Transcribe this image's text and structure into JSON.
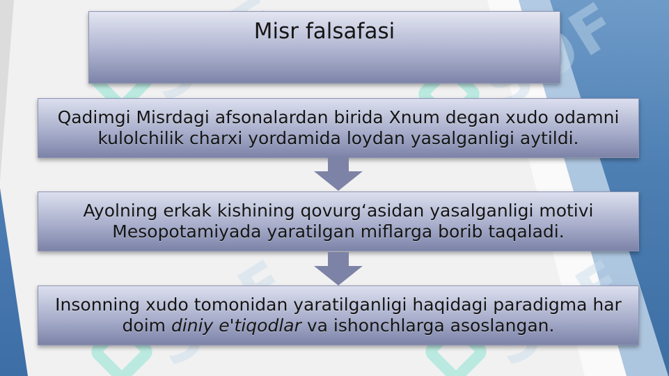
{
  "slide": {
    "title": "Misr falsafasi",
    "watermark": "SOF",
    "steps": [
      {
        "line1": "Qadimgi Misrdagi afsonalardan birida Xnum degan xudo odamni",
        "line2": "kulolchilik charxi yordamida loydan yasalganligi aytildi."
      },
      {
        "line1": "Ayolning erkak kishining qovurg‘asidan yasalganligi motivi",
        "line2": "Mesopotamiyada yaratilgan miflarga borib taqaladi."
      },
      {
        "line1": "Insonning xudo tomonidan yaratilganligi haqidagi paradigma har",
        "line2_prefix": "doim ",
        "line2_emphasis": "diniy e'tiqodlar",
        "line2_suffix": " va ishonchlarga asoslangan."
      }
    ],
    "arrow_icon": "down-arrow-icon",
    "colors": {
      "box_top": "#dcdfee",
      "box_bottom": "#7c83a8",
      "arrow": "#7d83a6",
      "accent_blue": "#4d7fb3",
      "watermark_mark": "#78e1cd"
    }
  }
}
